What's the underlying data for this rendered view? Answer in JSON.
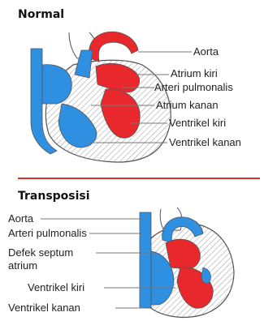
{
  "normal": {
    "title": "Normal",
    "labels": {
      "aorta": "Aorta",
      "atrium_kiri": "Atrium kiri",
      "arteri_pulmonalis": "Arteri pulmonalis",
      "atrium_kanan": "Atrium kanan",
      "ventrikel_kiri": "Ventrikel kiri",
      "ventrikel_kanan": "Ventrikel kanan"
    }
  },
  "transposisi": {
    "title": "Transposisi",
    "labels": {
      "aorta": "Aorta",
      "arteri_pulmonalis": "Arteri pulmonalis",
      "defek_line1": "Defek septum",
      "defek_line2": "atrium",
      "ventrikel_kiri": "Ventrikel kiri",
      "ventrikel_kanan": "Ventrikel kanan"
    }
  },
  "colors": {
    "divider": "#e03030",
    "oxygenated": "#e8282c",
    "deoxygenated": "#2f8fe0",
    "outline": "#555555",
    "leader": "#777777"
  }
}
